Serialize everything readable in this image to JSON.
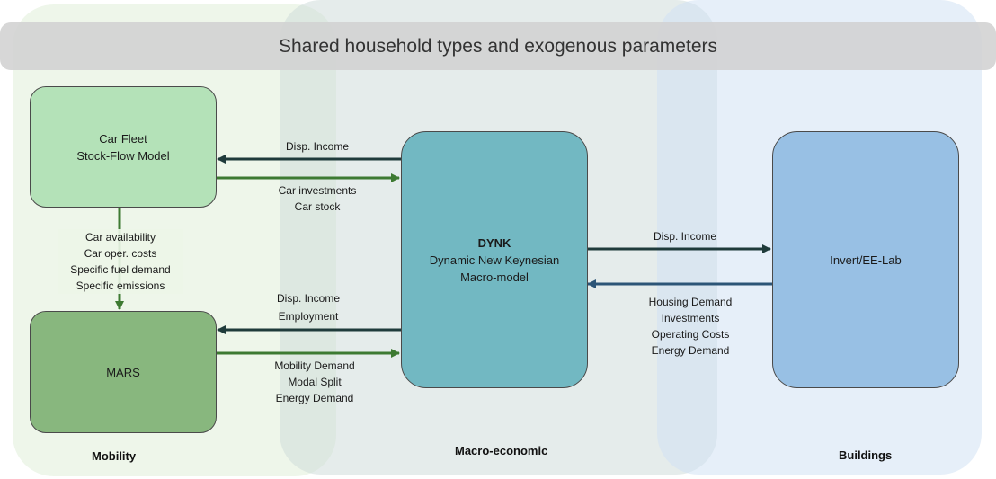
{
  "banner": {
    "title": "Shared household types and exogenous parameters"
  },
  "regions": {
    "mobility": "Mobility",
    "macro": "Macro-economic",
    "buildings": "Buildings"
  },
  "boxes": {
    "carfleet": {
      "line1": "Car Fleet",
      "line2": "Stock-Flow Model"
    },
    "mars": {
      "label": "MARS"
    },
    "dynk": {
      "title": "DYNK",
      "line1": "Dynamic New Keynesian",
      "line2": "Macro-model"
    },
    "invert": {
      "label": "Invert/EE-Lab"
    }
  },
  "flows": {
    "dynk_to_carfleet": [
      "Disp. Income"
    ],
    "carfleet_to_dynk": [
      "Car investments",
      "Car stock"
    ],
    "carfleet_to_mars": [
      "Car availability",
      "Car oper. costs",
      "Specific fuel demand",
      "Specific emissions"
    ],
    "dynk_to_mars": [
      "Disp. Income",
      "Employment"
    ],
    "mars_to_dynk": [
      "Mobility Demand",
      "Modal Split",
      "Energy Demand"
    ],
    "dynk_to_invert": [
      "Disp. Income"
    ],
    "invert_to_dynk": [
      "Housing Demand",
      "Investments",
      "Operating Costs",
      "Energy Demand"
    ]
  },
  "colors": {
    "dark_arrow": "#1f3b3b",
    "green_arrow": "#3d7a32",
    "blue_arrow": "#2c5577"
  }
}
